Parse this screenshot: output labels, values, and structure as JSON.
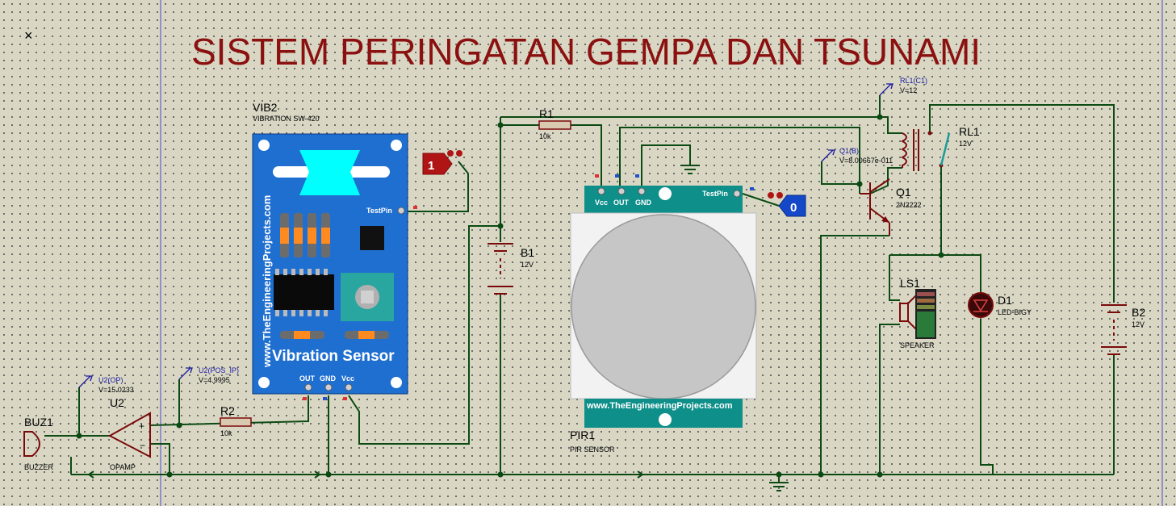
{
  "title": "SISTEM PERINGATAN GEMPA DAN TSUNAMI",
  "window": {
    "close_glyph": "×"
  },
  "components": {
    "vib2": {
      "ref": "VIB2",
      "value": "VIBRATION SW-420",
      "board_text": "Vibration Sensor",
      "side_text": "www.TheEngineeringProjects.com",
      "testpin": "TestPin",
      "pins": [
        "OUT",
        "GND",
        "Vcc"
      ]
    },
    "pir1": {
      "ref": "PIR1",
      "value": "PIR SENSOR",
      "website": "www.TheEngineeringProjects.com",
      "testpin": "TestPin",
      "pins": [
        "Vcc",
        "OUT",
        "GND"
      ]
    },
    "r1": {
      "ref": "R1",
      "value": "10k"
    },
    "r2": {
      "ref": "R2",
      "value": "10k"
    },
    "b1": {
      "ref": "B1",
      "value": "12V"
    },
    "b2": {
      "ref": "B2",
      "value": "12V"
    },
    "u2": {
      "ref": "U2",
      "value": "OPAMP"
    },
    "buz1": {
      "ref": "BUZ1",
      "value": "BUZZER"
    },
    "q1": {
      "ref": "Q1",
      "value": "2N2222"
    },
    "rl1": {
      "ref": "RL1",
      "value": "12V"
    },
    "ls1": {
      "ref": "LS1",
      "value": "SPEAKER"
    },
    "d1": {
      "ref": "D1",
      "value": "LED-BIGY"
    }
  },
  "probes": {
    "u2_op": {
      "name": "U2(OP)",
      "value": "V=15.0233"
    },
    "u2_pos": {
      "name": "U2(POS_IP)",
      "value": "V=4.9995"
    },
    "q1_b": {
      "name": "Q1(B)",
      "value": "V=8.00667e-011"
    },
    "rl1_c1": {
      "name": "RL1(C1)",
      "value": "V=12"
    }
  },
  "logic_probes": {
    "vib_state": "1",
    "pir_state": "0"
  },
  "colors": {
    "title": "#8b1010",
    "wire": "#0b4a12",
    "component": "#7a0a0a",
    "vib_board": "#1f6fd1",
    "pir_header": "#0e8f8a",
    "probe": "#1a1aa0",
    "logic_high": "#b01515",
    "logic_low": "#1448c8"
  }
}
